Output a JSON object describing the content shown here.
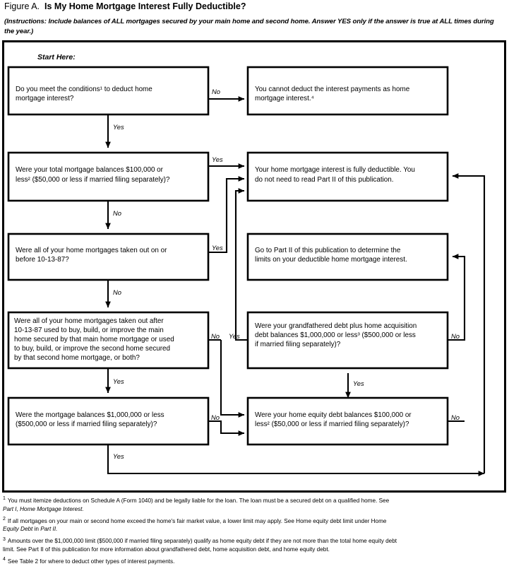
{
  "figure": {
    "label": "Figure A.",
    "question": "Is My Home Mortgage Interest Fully Deductible?",
    "instructions_line1": "(Instructions: Include balances of ALL mortgages secured by your main home and second home. Answer YES only if the answer is true at ALL",
    "instructions_line2": "times during the year.)",
    "start_here": "Start Here:"
  },
  "flowchart": {
    "type": "decision-flowchart",
    "nodes": [
      {
        "id": "q1",
        "kind": "decision",
        "lines": [
          "Do you meet the conditions¹ to deduct home",
          "mortgage interest?"
        ],
        "footnote_ref": "1"
      },
      {
        "id": "r1",
        "kind": "terminal",
        "lines": [
          "You cannot deduct the interest payments as home",
          "mortgage interest.⁴"
        ],
        "footnote_ref": "4"
      },
      {
        "id": "q2",
        "kind": "decision",
        "lines": [
          "Were your total mortgage balances $100,000 or",
          "less² ($50,000 or less if married filing separately)?"
        ],
        "footnote_ref": "2"
      },
      {
        "id": "r2",
        "kind": "terminal",
        "lines": [
          "Your home mortgage interest is fully deductible. You",
          "do not need to read Part II of this publication."
        ],
        "italic_phrase": "Part II"
      },
      {
        "id": "q3",
        "kind": "decision",
        "lines": [
          "Were all of your home mortgages taken out on or",
          "before 10-13-87?"
        ]
      },
      {
        "id": "r3",
        "kind": "terminal",
        "lines": [
          "Go to Part II of this publication to determine the",
          "limits on your deductible home mortgage interest."
        ],
        "italic_phrase": "Part II"
      },
      {
        "id": "q4",
        "kind": "decision",
        "lines": [
          "Were all of your home mortgages taken out after",
          "10-13-87 used to buy, build, or improve the main",
          "home secured by that main home mortgage or used",
          "to buy, build, or improve the second home secured",
          "by that second home mortgage, or both?"
        ]
      },
      {
        "id": "q5",
        "kind": "decision",
        "lines": [
          "Were your grandfathered debt plus home acquisition",
          "debt balances $1,000,000 or less³ ($500,000 or less",
          "if married filing separately)?"
        ],
        "footnote_ref": "3"
      },
      {
        "id": "q6",
        "kind": "decision",
        "lines": [
          "Were the mortgage balances $1,000,000 or less",
          "($500,000 or less if married filing separately)?"
        ]
      },
      {
        "id": "q7",
        "kind": "decision",
        "lines": [
          "Were your home equity debt balances $100,000 or",
          "less² ($50,000 or less if married filing separately)?"
        ],
        "footnote_ref": "2"
      }
    ],
    "edges": [
      {
        "from": "q1",
        "to": "r1",
        "label": "No"
      },
      {
        "from": "q1",
        "to": "q2",
        "label": "Yes"
      },
      {
        "from": "q2",
        "to": "r2",
        "label": "Yes"
      },
      {
        "from": "q2",
        "to": "q3",
        "label": "No"
      },
      {
        "from": "q3",
        "to": "r2",
        "label": "Yes"
      },
      {
        "from": "q3",
        "to": "q4",
        "label": "No"
      },
      {
        "from": "q4",
        "to": "q5",
        "label": "No"
      },
      {
        "from": "q4",
        "to": "q6",
        "label": "Yes"
      },
      {
        "from": "q5",
        "to": "r2",
        "label": "Yes"
      },
      {
        "from": "q5",
        "to": "r3",
        "label": "No"
      },
      {
        "from": "q6",
        "to": "q7",
        "label": "No"
      },
      {
        "from": "q6",
        "to": "r2",
        "label": "Yes"
      },
      {
        "from": "q7",
        "to": "q5",
        "label": "Yes"
      },
      {
        "from": "q7",
        "to": "r3",
        "label": "No"
      }
    ],
    "edge_labels": {
      "yes": "Yes",
      "no": "No"
    }
  },
  "footnotes": [
    {
      "marker": "1",
      "line1": "You must itemize deductions on Schedule A (Form 1040) and be legally liable for the loan. The loan must be a secured debt on a qualified home. See",
      "line2_pre": "",
      "line2_italic": "Part I, Home Mortgage Interest.",
      "line2_post": ""
    },
    {
      "marker": "2",
      "line1": "If all mortgages on your main or second home exceed the home's fair market value, a lower limit may apply. See Home equity debt limit under Home",
      "line2_italic": "Equity Debt",
      "line2_mid": " in ",
      "line2_italic2": "Part II."
    },
    {
      "marker": "3",
      "line1": "Amounts over the $1,000,000 limit ($500,000 if married filing separately) qualify as home equity debt if they are not more than the total home equity debt",
      "line2": "limit. See Part II of this publication for more information about grandfathered debt, home acquisition debt, and home equity debt."
    },
    {
      "marker": "4",
      "line1": "See Table 2 for where to deduct other types of interest payments."
    }
  ],
  "colors": {
    "ink": "#000000",
    "paper": "#ffffff"
  }
}
